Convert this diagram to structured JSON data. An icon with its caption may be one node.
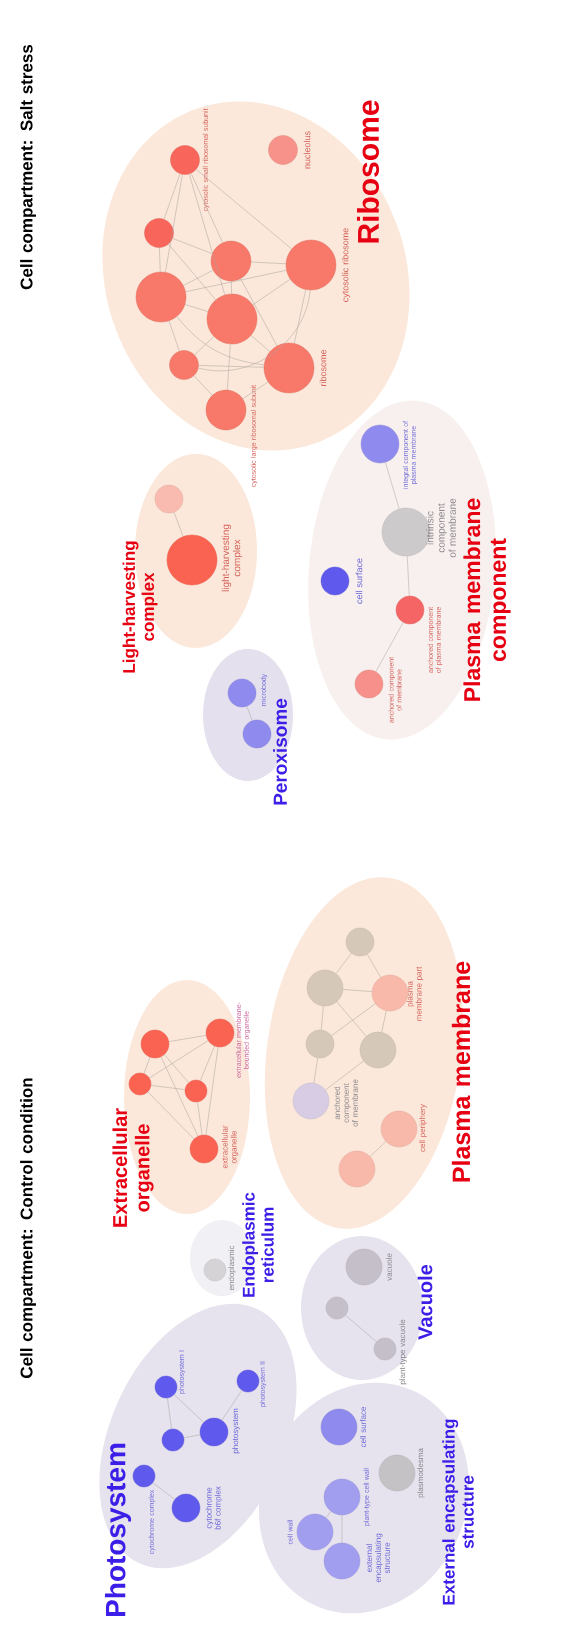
{
  "diagram": {
    "nodes": [
      {
        "text": [
          "Ribosome"
        ]
      },
      {
        "text": [],
        "shape": "circle",
        "in": 0,
        "beside": [
          "cytosolic small ribosomal subunit"
        ]
      },
      {
        "text": [],
        "shape": "circle",
        "in": 0,
        "beside": [
          "nucleolus"
        ]
      },
      {
        "text": [],
        "shape": "circle",
        "in": 0
      },
      {
        "text": [],
        "shape": "circle",
        "in": 0
      },
      {
        "text": [],
        "shape": "circle",
        "in": 0,
        "beside": [
          "cytosolic ribosome"
        ]
      },
      {
        "text": [],
        "shape": "circle",
        "in": 0
      },
      {
        "text": [],
        "shape": "circle",
        "in": 0
      },
      {
        "text": [],
        "shape": "circle",
        "in": 0
      },
      {
        "text": [],
        "shape": "circle",
        "in": 0,
        "beside": [
          "ribosome"
        ]
      },
      {
        "text": [],
        "shape": "circle",
        "in": 0,
        "beside": [
          "cytosolic large ribosomal subunit"
        ]
      },
      {
        "text": [
          "Light-harvesting complex"
        ]
      },
      {
        "text": [],
        "shape": "circle",
        "in": 11
      },
      {
        "text": [],
        "shape": "circle",
        "in": 11,
        "beside": [
          "light-harvesting complex"
        ]
      },
      {
        "text": [
          "Peroxisome"
        ]
      },
      {
        "text": [],
        "shape": "circle",
        "in": 14,
        "beside": [
          "microbody"
        ]
      },
      {
        "text": [],
        "shape": "circle",
        "in": 14
      },
      {
        "text": [
          "Plasma membrane component"
        ]
      },
      {
        "text": [],
        "shape": "circle",
        "in": 17,
        "beside": [
          "integral component of plasma membrane"
        ]
      },
      {
        "text": [],
        "shape": "circle",
        "in": 17,
        "beside": [
          "intrinsic component of membrane"
        ]
      },
      {
        "text": [],
        "shape": "circle",
        "in": 17,
        "beside": [
          "cell surface"
        ]
      },
      {
        "text": [],
        "shape": "circle",
        "in": 17,
        "beside": [
          "anchored component of plasma membrane"
        ]
      },
      {
        "text": [],
        "shape": "circle",
        "in": 17,
        "beside": [
          "anchored component of membrane"
        ]
      },
      {
        "text": [
          "Extracellular organelle"
        ]
      },
      {
        "text": [],
        "shape": "circle",
        "in": 23
      },
      {
        "text": [],
        "shape": "circle",
        "in": 23,
        "beside": [
          "extracellular membrane-bounded organelle"
        ]
      },
      {
        "text": [],
        "shape": "circle",
        "in": 23
      },
      {
        "text": [],
        "shape": "circle",
        "in": 23
      },
      {
        "text": [],
        "shape": "circle",
        "in": 23,
        "beside": [
          "extracellular organelle"
        ]
      },
      {
        "text": [
          "Plasma membrane"
        ]
      },
      {
        "text": [],
        "shape": "circle",
        "in": 29
      },
      {
        "text": [],
        "shape": "circle",
        "in": 29
      },
      {
        "text": [],
        "shape": "circle",
        "in": 29,
        "beside": [
          "plasma membrane part"
        ]
      },
      {
        "text": [],
        "shape": "circle",
        "in": 29
      },
      {
        "text": [],
        "shape": "circle",
        "in": 29
      },
      {
        "text": [],
        "shape": "circle",
        "in": 29,
        "beside": [
          "anchored component of membrane"
        ]
      },
      {
        "text": [],
        "shape": "circle",
        "in": 29,
        "beside": [
          "cell periphery"
        ]
      },
      {
        "text": [],
        "shape": "circle",
        "in": 29
      },
      {
        "text": [
          "Endoplasmic reticulum"
        ]
      },
      {
        "text": [],
        "shape": "circle",
        "in": 38,
        "beside": [
          "endoplasmic"
        ]
      },
      {
        "text": [
          "Vacuole"
        ]
      },
      {
        "text": [],
        "shape": "circle",
        "in": 40,
        "beside": [
          "vacuole"
        ]
      },
      {
        "text": [],
        "shape": "circle",
        "in": 40
      },
      {
        "text": [],
        "shape": "circle",
        "in": 40,
        "beside": [
          "plant-type vacuole"
        ]
      },
      {
        "text": [
          "Photosystem"
        ]
      },
      {
        "text": [],
        "shape": "circle",
        "in": 44,
        "beside": [
          "photosystem I"
        ]
      },
      {
        "text": [],
        "shape": "circle",
        "in": 44,
        "beside": [
          "photosystem II"
        ]
      },
      {
        "text": [],
        "shape": "circle",
        "in": 44
      },
      {
        "text": [],
        "shape": "circle",
        "in": 44,
        "beside": [
          "photosystem"
        ]
      },
      {
        "text": [],
        "shape": "circle",
        "in": 44,
        "beside": [
          "cytochrome complex"
        ]
      },
      {
        "text": [],
        "shape": "circle",
        "in": 44,
        "beside": [
          "cytochrome b6f complex"
        ]
      },
      {
        "text": [
          "External encapsulating structure"
        ]
      },
      {
        "text": [],
        "shape": "circle",
        "in": 51,
        "beside": [
          "cell surface"
        ]
      },
      {
        "text": [],
        "shape": "circle",
        "in": 51,
        "beside": [
          "plasmodesma"
        ]
      },
      {
        "text": [],
        "shape": "circle",
        "in": 51,
        "beside": [
          "plant-type cell wall"
        ]
      },
      {
        "text": [],
        "shape": "circle",
        "in": 51,
        "beside": [
          "cell wall"
        ]
      },
      {
        "text": [],
        "shape": "circle",
        "in": 51,
        "beside": [
          "external encapsulating structure"
        ]
      }
    ],
    "edges": [
      {
        "from": 1,
        "to": 3,
        "arrow": "none"
      },
      {
        "from": 1,
        "to": 6,
        "arrow": "none"
      },
      {
        "from": 1,
        "to": 4,
        "arrow": "none"
      },
      {
        "from": 1,
        "to": 7,
        "arrow": "none"
      },
      {
        "from": 1,
        "to": 5,
        "arrow": "none"
      },
      {
        "from": 3,
        "to": 4,
        "arrow": "none"
      },
      {
        "from": 3,
        "to": 6,
        "arrow": "none"
      },
      {
        "from": 3,
        "to": 7,
        "arrow": "none"
      },
      {
        "from": 4,
        "to": 5,
        "arrow": "none"
      },
      {
        "from": 4,
        "to": 6,
        "arrow": "none"
      },
      {
        "from": 4,
        "to": 7,
        "arrow": "none"
      },
      {
        "from": 4,
        "to": 9,
        "arrow": "none"
      },
      {
        "from": 5,
        "to": 6,
        "arrow": "none"
      },
      {
        "from": 5,
        "to": 7,
        "arrow": "none"
      },
      {
        "from": 5,
        "to": 9,
        "arrow": "none"
      },
      {
        "from": 5,
        "to": 8,
        "arrow": "none"
      },
      {
        "from": 6,
        "to": 7,
        "arrow": "none"
      },
      {
        "from": 6,
        "to": 8,
        "arrow": "none"
      },
      {
        "from": 6,
        "to": 9,
        "arrow": "none"
      },
      {
        "from": 7,
        "to": 8,
        "arrow": "none"
      },
      {
        "from": 7,
        "to": 9,
        "arrow": "none"
      },
      {
        "from": 7,
        "to": 10,
        "arrow": "none"
      },
      {
        "from": 8,
        "to": 9,
        "arrow": "none"
      },
      {
        "from": 8,
        "to": 10,
        "arrow": "none"
      },
      {
        "from": 9,
        "to": 10,
        "arrow": "none"
      },
      {
        "from": 12,
        "to": 13,
        "arrow": "none"
      },
      {
        "from": 15,
        "to": 16,
        "arrow": "none"
      },
      {
        "from": 18,
        "to": 19,
        "arrow": "none"
      },
      {
        "from": 19,
        "to": 21,
        "arrow": "none"
      },
      {
        "from": 21,
        "to": 22,
        "arrow": "none"
      },
      {
        "from": 24,
        "to": 25,
        "arrow": "none"
      },
      {
        "from": 24,
        "to": 26,
        "arrow": "none"
      },
      {
        "from": 24,
        "to": 27,
        "arrow": "none"
      },
      {
        "from": 24,
        "to": 28,
        "arrow": "none"
      },
      {
        "from": 26,
        "to": 27,
        "arrow": "none"
      },
      {
        "from": 26,
        "to": 28,
        "arrow": "none"
      },
      {
        "from": 25,
        "to": 27,
        "arrow": "none"
      },
      {
        "from": 25,
        "to": 28,
        "arrow": "none"
      },
      {
        "from": 27,
        "to": 28,
        "arrow": "none"
      },
      {
        "from": 26,
        "to": 25,
        "arrow": "none"
      },
      {
        "from": 30,
        "to": 31,
        "arrow": "none"
      },
      {
        "from": 30,
        "to": 32,
        "arrow": "none"
      },
      {
        "from": 31,
        "to": 32,
        "arrow": "none"
      },
      {
        "from": 31,
        "to": 33,
        "arrow": "none"
      },
      {
        "from": 31,
        "to": 34,
        "arrow": "none"
      },
      {
        "from": 33,
        "to": 32,
        "arrow": "none"
      },
      {
        "from": 34,
        "to": 32,
        "arrow": "none"
      },
      {
        "from": 33,
        "to": 35,
        "arrow": "none"
      },
      {
        "from": 34,
        "to": 35,
        "arrow": "none"
      },
      {
        "from": 36,
        "to": 37,
        "arrow": "none"
      },
      {
        "from": 42,
        "to": 43,
        "arrow": "none"
      },
      {
        "from": 45,
        "to": 47,
        "arrow": "none"
      },
      {
        "from": 45,
        "to": 48,
        "arrow": "none"
      },
      {
        "from": 47,
        "to": 48,
        "arrow": "none"
      },
      {
        "from": 48,
        "to": 46,
        "arrow": "none"
      },
      {
        "from": 49,
        "to": 50,
        "arrow": "none"
      },
      {
        "from": 54,
        "to": 55,
        "arrow": "none"
      },
      {
        "from": 54,
        "to": 56,
        "arrow": "none"
      }
    ],
    "labels": [
      "Cell compartment: Salt stress",
      "Cell compartment: Control condition"
    ]
  }
}
